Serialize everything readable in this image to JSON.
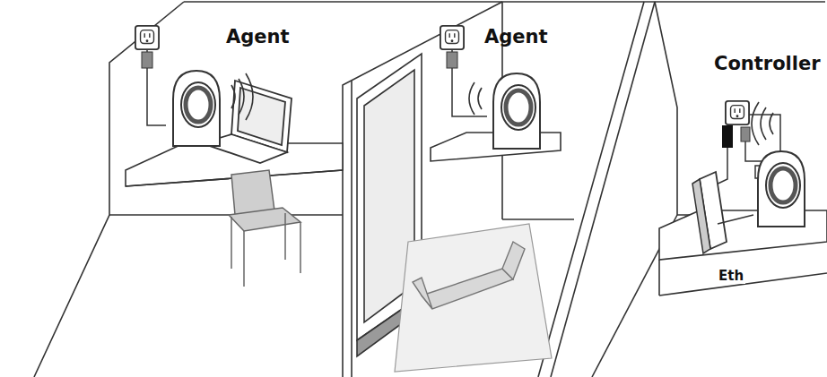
{
  "diagram": {
    "labels": [
      "Agent",
      "Agent",
      "Controller",
      "Eth"
    ]
  }
}
